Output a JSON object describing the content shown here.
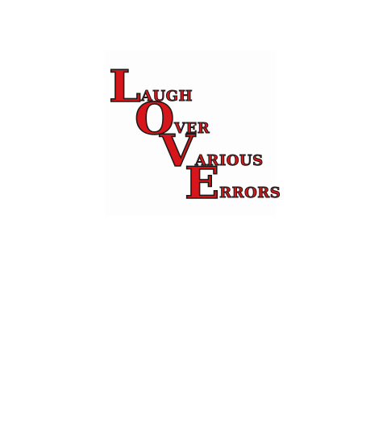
{
  "artwork": {
    "words": [
      {
        "initial": "L",
        "rest": "AUGH"
      },
      {
        "initial": "O",
        "rest": "VER"
      },
      {
        "initial": "V",
        "rest": "ARIOUS"
      },
      {
        "initial": "E",
        "rest": "RRORS"
      }
    ]
  },
  "colors": {
    "background": "#ffffff",
    "letter_fill": "#d6161b",
    "letter_outline": "#1a1a1a"
  }
}
